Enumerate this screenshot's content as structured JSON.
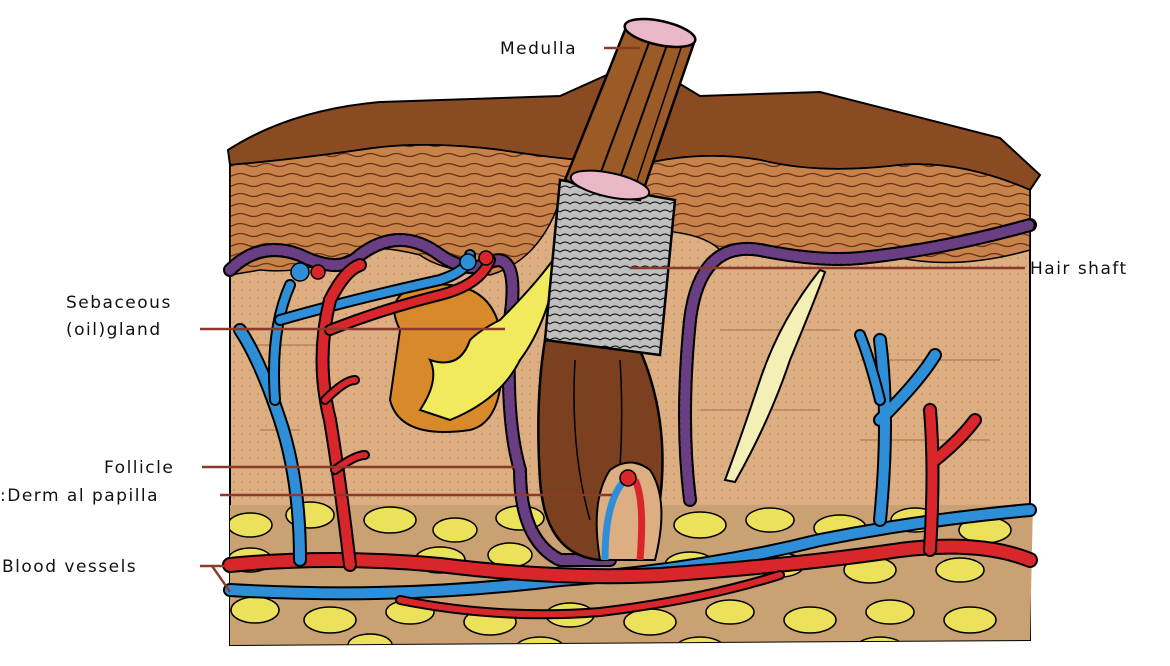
{
  "labels": {
    "medulla": "Medulla",
    "hair_shaft": "Hair shaft",
    "sebaceous_line1": "Sebaceous",
    "sebaceous_line2": "(oil)gland",
    "follicle": "Follicle",
    "dermal_papilla": ":Derm al papilla",
    "blood_vessels": "Blood vessels"
  },
  "colors": {
    "epidermis_top": "#8a4a22",
    "epidermis_layers": "#c07a45",
    "dermis": "#dcae82",
    "fat": "#ece15a",
    "artery": "#d8262a",
    "vein": "#2e8fd8",
    "follicle_wall": "#6a3e82",
    "hair": "#7a4020",
    "gland": "#f1ea5c"
  }
}
